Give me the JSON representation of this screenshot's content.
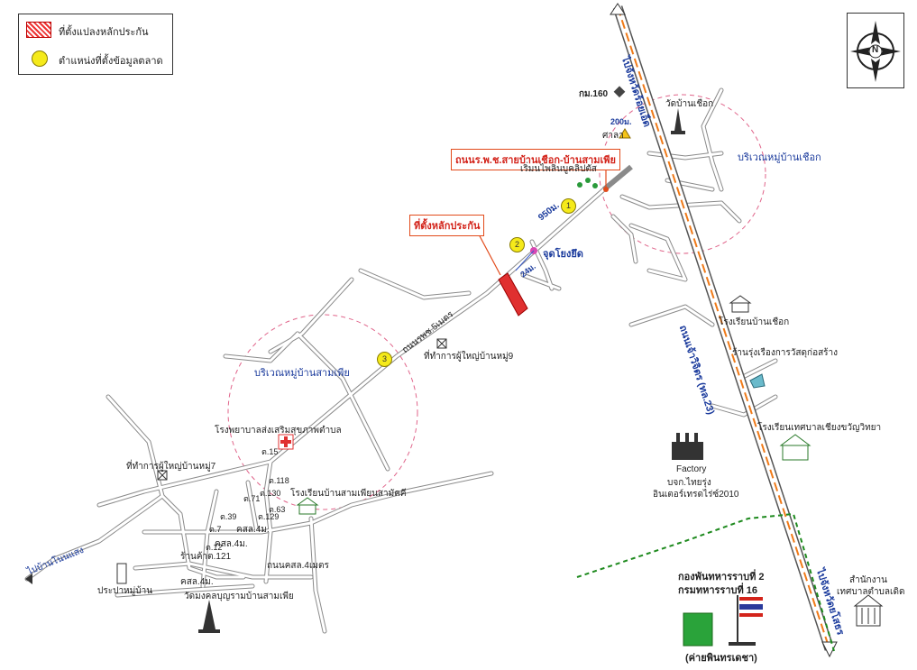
{
  "legend": {
    "item_plot": "ที่ตั้งแปลงหลักประกัน",
    "item_market": "ตำแหน่งที่ตั้งข้อมูลตลาด"
  },
  "compass": {
    "north": "N"
  },
  "highway": {
    "label": "ถนนเจ้าวิจิตร (ทล.23)",
    "to_north": "ไปจังหวัดร้อยเอ็ด",
    "to_south": "ไปจังหวัดยโสธร",
    "km_marker": "กม.160"
  },
  "plot": {
    "callout": "ที่ตั้งหลักประกัน",
    "distance_to_junction": "950ม.",
    "distance_side": "24ม."
  },
  "road_callout": "ถนนร.พ.ช.สายบ้านเชือก-บ้านสามเพีย",
  "landmarks": {
    "sala": "ศาลา",
    "sala_dist": "200ม.",
    "temple": "วัดบ้านเชือก",
    "village_chueak": "บริเวณหมู่บ้านเชือก",
    "eucalyptus": "เริ่มนไพลินบูคลิปตัส",
    "reference_point": "จุดโยงยึด",
    "village_sampia": "บริเวณหมู่บ้านสามเพีย",
    "rd_road": "ถนนรพช.5เมตร",
    "headman_9": "ที่ทำการผู้ใหญ่บ้านหมู่9",
    "school_chueak": "โรงเรียนบ้านเชือก",
    "shop": "ร้านรุ่งเรืองการวัสดุก่อสร้าง",
    "school_2": "โรงเรียนเทศบาลเชียงขวัญวิทยา",
    "factory": "Factory",
    "factory_name": "บจก.ไทยรุ่ง",
    "factory_name2": "อินเตอร์เทรดไร่ซ์2010",
    "hospital": "โรงพยาบาลส่งเสริมสุขภาพตำบล",
    "headman_7": "ที่ทำการผู้ใหญ่บ้านหมู่7",
    "school_sampia": "โรงเรียนบ้านสามเพียนสามัคคี",
    "alley_1": "คสล.4ม.",
    "alley_2": "คสล.4ม.",
    "alley_3": "คสล.4ม.",
    "alley_4": "ถนนคสล.4เมตร",
    "shop_121": "ร้านค้าต.121",
    "water": "ประปาหมู่บ้าน",
    "temple_sampia": "วัดมงคลบุญรามบ้านสามเพีย",
    "to_nongsaeng": "ไปบ้านโนนแสง",
    "battalion_1": "กองพันทหารราบที่ 2",
    "battalion_2": "กรมทหารราบที่ 16",
    "camp": "(ค่ายพินทรเดชา)",
    "office_1": "สำนักงาน",
    "office_2": "เทศบาลตำบลเดิด"
  },
  "house_numbers": [
    "ต.15",
    "ต.118",
    "ต.130",
    "ต.71",
    "ต.63",
    "ต.129",
    "ต.39",
    "ต.7",
    "ต.12"
  ],
  "markers": [
    "1",
    "2",
    "3"
  ],
  "colors": {
    "highway_line": "#f07a18",
    "road_fill": "#ffffff",
    "road_edge": "#7b7b7b",
    "village_circle": "#e0648a",
    "plot": "#e03030",
    "callout_border": "#e24a1a",
    "label_blue": "#1a3a9c",
    "green_dash": "#1e8a1e"
  }
}
